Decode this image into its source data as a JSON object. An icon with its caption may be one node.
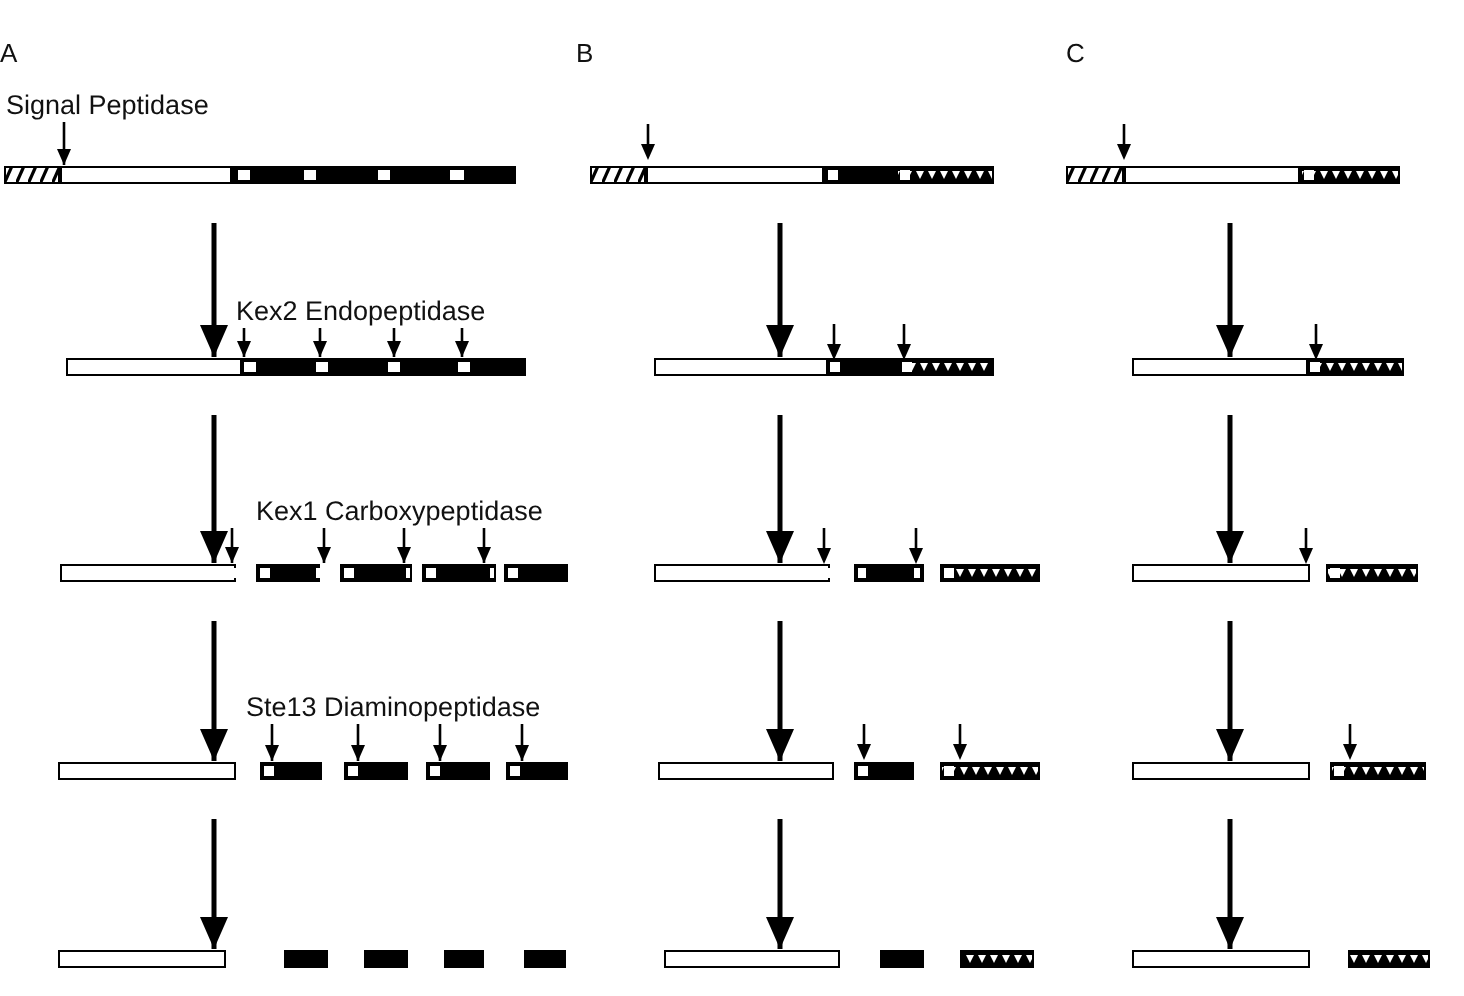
{
  "diagram": {
    "nodes": [
      {
        "text": [],
        "shape": "bar"
      },
      {
        "text": [],
        "shape": "bar"
      },
      {
        "text": [],
        "shape": "bar"
      },
      {
        "text": [],
        "shape": "bar"
      },
      {
        "text": [],
        "shape": "bar"
      },
      {
        "text": [],
        "shape": "bar"
      },
      {
        "text": [],
        "shape": "bar"
      },
      {
        "text": [],
        "shape": "bar"
      },
      {
        "text": [],
        "shape": "bar"
      },
      {
        "text": [],
        "shape": "bar"
      },
      {
        "text": [],
        "shape": "bar"
      },
      {
        "text": [],
        "shape": "bar"
      },
      {
        "text": [],
        "shape": "bar"
      },
      {
        "text": [],
        "shape": "bar"
      },
      {
        "text": [],
        "shape": "bar"
      },
      {
        "text": [
          "Signal Peptidase"
        ]
      },
      {
        "text": [
          "Kex2 Endopeptidase"
        ]
      },
      {
        "text": [
          "Kex1 Carboxypeptidase"
        ]
      },
      {
        "text": [
          "Ste13 Diaminopeptidase"
        ]
      }
    ],
    "edges": [
      {
        "from": 0,
        "to": 1,
        "arrow": "to"
      },
      {
        "from": 1,
        "to": 2,
        "arrow": "to"
      },
      {
        "from": 2,
        "to": 3,
        "arrow": "to"
      },
      {
        "from": 3,
        "to": 4,
        "arrow": "to"
      },
      {
        "from": 5,
        "to": 6,
        "arrow": "to"
      },
      {
        "from": 6,
        "to": 7,
        "arrow": "to"
      },
      {
        "from": 7,
        "to": 8,
        "arrow": "to"
      },
      {
        "from": 8,
        "to": 9,
        "arrow": "to"
      },
      {
        "from": 10,
        "to": 11,
        "arrow": "to"
      },
      {
        "from": 11,
        "to": 12,
        "arrow": "to"
      },
      {
        "from": 12,
        "to": 13,
        "arrow": "to"
      },
      {
        "from": 13,
        "to": 14,
        "arrow": "to"
      },
      {
        "from": 15,
        "to": 0,
        "arrow": "to"
      },
      {
        "from": 16,
        "to": 1,
        "arrow": "to"
      },
      {
        "from": 16,
        "to": 1,
        "arrow": "to"
      },
      {
        "from": 16,
        "to": 1,
        "arrow": "to"
      },
      {
        "from": 16,
        "to": 1,
        "arrow": "to"
      },
      {
        "from": 17,
        "to": 2,
        "arrow": "to"
      },
      {
        "from": 17,
        "to": 2,
        "arrow": "to"
      },
      {
        "from": 17,
        "to": 2,
        "arrow": "to"
      },
      {
        "from": 17,
        "to": 2,
        "arrow": "to"
      },
      {
        "from": 18,
        "to": 3,
        "arrow": "to"
      },
      {
        "from": 18,
        "to": 3,
        "arrow": "to"
      },
      {
        "from": 18,
        "to": 3,
        "arrow": "to"
      },
      {
        "from": 18,
        "to": 3,
        "arrow": "to"
      }
    ],
    "labels": [
      "A",
      "B",
      "C"
    ]
  }
}
